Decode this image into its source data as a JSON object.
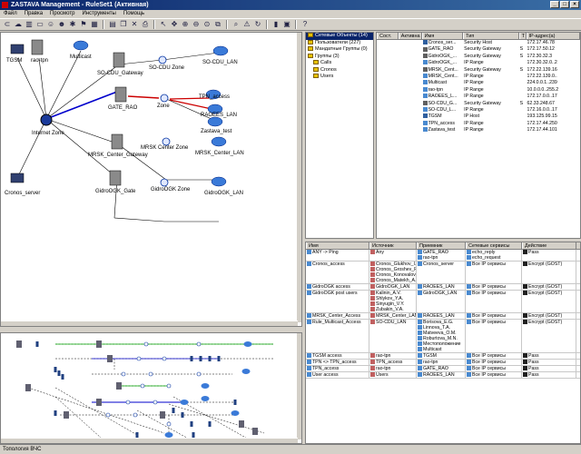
{
  "title": "ZASTAVA Management - RuleSet1 (Активная)",
  "menu": [
    "Файл",
    "Правка",
    "Просмотр",
    "Инструменты",
    "Помощь"
  ],
  "status": "Топология ВЧС",
  "tree": [
    {
      "label": "Сетевые Объекты (14)",
      "level": 0,
      "selected": true
    },
    {
      "label": "Пользователи (227)",
      "level": 0
    },
    {
      "label": "Мандатные Группы (0)",
      "level": 0
    },
    {
      "label": "Группы (3)",
      "level": 0
    },
    {
      "label": "Calls",
      "level": 1
    },
    {
      "label": "Cronos",
      "level": 1
    },
    {
      "label": "Users",
      "level": 1
    }
  ],
  "objects": {
    "headers": [
      "Сост.",
      "Активна",
      "Имя",
      "Тип",
      "T",
      "IP-адрес(а)"
    ],
    "rows": [
      {
        "name": "Cronos_ser...",
        "type": "Security Host",
        "t": "",
        "ip": "172.17.46.78",
        "icon": "host"
      },
      {
        "name": "GATE_RAO",
        "type": "Security Gateway",
        "t": "S",
        "ip": "172.17.50.12",
        "icon": "gw"
      },
      {
        "name": "GidroOGK_...",
        "type": "Security Gateway",
        "t": "S",
        "ip": "172.30.32.3",
        "icon": "gw"
      },
      {
        "name": "GidroOGK_...",
        "type": "IP Range",
        "t": "",
        "ip": "172.30.32.0..2",
        "icon": "net"
      },
      {
        "name": "MRSK_Cent...",
        "type": "Security Gateway",
        "t": "S",
        "ip": "172.22.139.16",
        "icon": "gw"
      },
      {
        "name": "MRSK_Cent...",
        "type": "IP Range",
        "t": "",
        "ip": "172.22.139.0..",
        "icon": "net"
      },
      {
        "name": "Multicast",
        "type": "IP Range",
        "t": "",
        "ip": "224.0.0.1..239",
        "icon": "net"
      },
      {
        "name": "rao-tpn",
        "type": "IP Range",
        "t": "",
        "ip": "10.0.0.0..255.2",
        "icon": "net"
      },
      {
        "name": "RAOEES_L...",
        "type": "IP Range",
        "t": "",
        "ip": "172.17.0.0..17",
        "icon": "net"
      },
      {
        "name": "SO-CDU_G...",
        "type": "Security Gateway",
        "t": "S",
        "ip": "62.33.248.67",
        "icon": "gw"
      },
      {
        "name": "SO-CDU_L...",
        "type": "IP Range",
        "t": "",
        "ip": "172.16.0.0..17",
        "icon": "net"
      },
      {
        "name": "TGSM",
        "type": "IP Host",
        "t": "",
        "ip": "193.125.99.15",
        "icon": "host"
      },
      {
        "name": "TPN_access",
        "type": "IP Range",
        "t": "",
        "ip": "172.17.44.250",
        "icon": "net"
      },
      {
        "name": "Zastava_test",
        "type": "IP Range",
        "t": "",
        "ip": "172.17.44.101",
        "icon": "net"
      }
    ]
  },
  "rules": {
    "headers": [
      "Имя",
      "Источник",
      "Приемник",
      "Сетевые сервисы",
      "Действие"
    ],
    "rows": [
      {
        "name": [
          "ANY -> Ping"
        ],
        "src": [
          "Any"
        ],
        "dst": [
          "GATE_RAO",
          "rao-tpn"
        ],
        "svc": [
          "echo_reply",
          "echo_request"
        ],
        "act": "Pass"
      },
      {
        "name": [
          "Cronos_access"
        ],
        "src": [
          "Cronos_Glukhov_I.",
          "Cronos_Groshev_P.",
          "Cronos_Konovalov_",
          "Cronos_Matekh_A."
        ],
        "dst": [
          "Cronos_server"
        ],
        "svc": [
          "Все IP сервисы"
        ],
        "act": "Encrypt (GOST)"
      },
      {
        "name": [
          "GidroOGK access"
        ],
        "src": [
          "GidroOGK_LAN"
        ],
        "dst": [
          "RAOEES_LAN"
        ],
        "svc": [
          "Все IP сервисы"
        ],
        "act": "Encrypt (GOST)"
      },
      {
        "name": [
          "GidroOGK post users"
        ],
        "src": [
          "Kalinin_A.V.",
          "Shlykov_Y.A.",
          "Sinyugin_V.Y.",
          "Zubakin_V.A."
        ],
        "dst": [
          "GidroOGK_LAN"
        ],
        "svc": [
          "Все IP сервисы"
        ],
        "act": "Encrypt (GOST)"
      },
      {
        "name": [
          "MRSK_Center_Access"
        ],
        "src": [
          "MRSK_Center_LAN"
        ],
        "dst": [
          "RAOEES_LAN"
        ],
        "svc": [
          "Все IP сервисы"
        ],
        "act": "Encrypt (GOST)"
      },
      {
        "name": [
          "Rule_Multicast_Access"
        ],
        "src": [
          "SO-CDU_LAN"
        ],
        "dst": [
          "Borisova_E.G.",
          "Linnova_T.A.",
          "Matveeva_O.M.",
          "Roburtova_M.N.",
          "Местоположение",
          "Multicast"
        ],
        "svc": [
          "Все IP сервисы"
        ],
        "act": "Encrypt (GOST)"
      },
      {
        "name": [
          "TGSM access"
        ],
        "src": [
          "rao-tpn"
        ],
        "dst": [
          "TGSM"
        ],
        "svc": [
          "Все IP сервисы"
        ],
        "act": "Pass"
      },
      {
        "name": [
          "TPN <> TPN_access"
        ],
        "src": [
          "TPN_access"
        ],
        "dst": [
          "rao-tpn"
        ],
        "svc": [
          "Все IP сервисы"
        ],
        "act": "Pass"
      },
      {
        "name": [
          "TPN_access"
        ],
        "src": [
          "rao-tpn"
        ],
        "dst": [
          "GATE_RAO"
        ],
        "svc": [
          "Все IP сервисы"
        ],
        "act": "Pass"
      },
      {
        "name": [
          "User access"
        ],
        "src": [
          "Users"
        ],
        "dst": [
          "RAOEES_LAN"
        ],
        "svc": [
          "Все IP сервисы"
        ],
        "act": "Pass"
      }
    ]
  },
  "topology": {
    "labels": {
      "tgsm": "TGSM",
      "raotpn": "rao-tpn",
      "multicast": "Multicast",
      "socdu_gw": "SO-CDU_Gateway",
      "socdu_zone": "SO-CDU Zone",
      "socdu_lan": "SO-CDU_LAN",
      "gate_rao": "GATE_RAO",
      "zone": "Zone",
      "tpn_access": "TPN_access",
      "raoees_lan": "RAOEES_LAN",
      "zastava_test": "Zastava_test",
      "internet_zone": "Internet Zone",
      "mrsk_gw": "MRSK_Center_Gateway",
      "mrsk_zone": "MRSK Center Zone",
      "mrsk_lan": "MRSK_Center_LAN",
      "cronos": "Cronos_server",
      "gidro_gate": "GidroOGK_Gate",
      "gidro_zone": "GidroOGK Zone",
      "gidro_lan": "GidroOGK_LAN"
    }
  }
}
